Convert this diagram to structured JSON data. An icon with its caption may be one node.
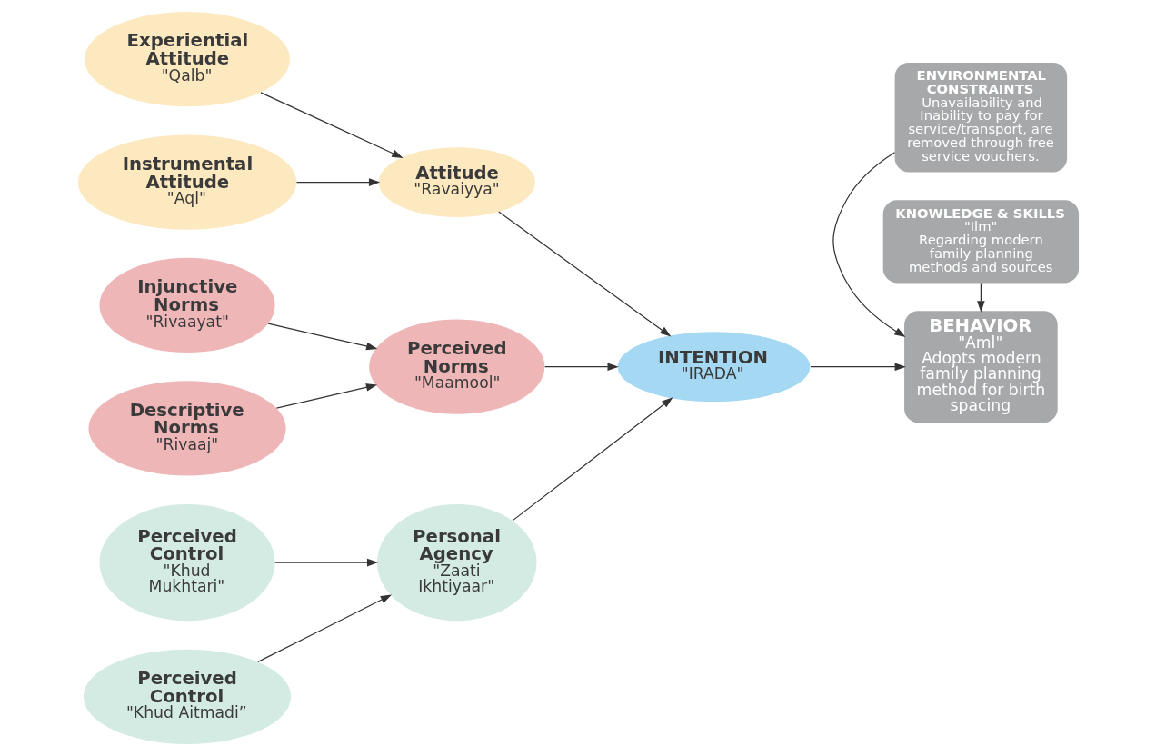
{
  "diagram": {
    "nodes": [
      {
        "text": [
          "Experiential Attitude",
          "\"Qalb\""
        ]
      },
      {
        "text": [
          "Instrumental Attitude",
          "\"Aql\""
        ]
      },
      {
        "text": [
          "Attitude",
          "\"Ravaiyya\""
        ]
      },
      {
        "text": [
          "Injunctive Norms",
          "\"Rivaayat\""
        ]
      },
      {
        "text": [
          "Descriptive Norms",
          "\"Rivaaj\""
        ]
      },
      {
        "text": [
          "Perceived Norms",
          "\"Maamool\""
        ]
      },
      {
        "text": [
          "Perceived Control",
          "\"Khud Mukhtari\""
        ]
      },
      {
        "text": [
          "Perceived Control",
          "\"Khud Aitmadi”"
        ]
      },
      {
        "text": [
          "Personal Agency",
          "\"Zaati Ikhtiyaar\""
        ]
      },
      {
        "text": [
          "INTENTION",
          "\"IRADA\""
        ]
      },
      {
        "text": [
          "ENVIRONMENTAL CONSTRAINTS",
          "Unavailability and Inability to pay for service/transport, are removed through free service vouchers."
        ]
      },
      {
        "text": [
          "BEHAVIOR",
          "\"Aml\"",
          "Adopts modern family planning method for birth spacing"
        ]
      },
      {
        "text": [
          "KNOWLEDGE & SKILLS",
          "\"Ilm\"",
          "Regarding modern family planning methods and sources"
        ]
      }
    ],
    "edges": [
      {
        "from": 0,
        "to": 2,
        "arrow": "to"
      },
      {
        "from": 1,
        "to": 2,
        "arrow": "to"
      },
      {
        "from": 3,
        "to": 5,
        "arrow": "to"
      },
      {
        "from": 4,
        "to": 5,
        "arrow": "to"
      },
      {
        "from": 6,
        "to": 8,
        "arrow": "to"
      },
      {
        "from": 7,
        "to": 8,
        "arrow": "to"
      },
      {
        "from": 2,
        "to": 9,
        "arrow": "to"
      },
      {
        "from": 5,
        "to": 9,
        "arrow": "to"
      },
      {
        "from": 8,
        "to": 9,
        "arrow": "to"
      },
      {
        "from": 9,
        "to": 11,
        "arrow": "to"
      },
      {
        "from": 10,
        "to": 11,
        "arrow": "to"
      },
      {
        "from": 12,
        "to": 11,
        "arrow": "to"
      }
    ]
  }
}
